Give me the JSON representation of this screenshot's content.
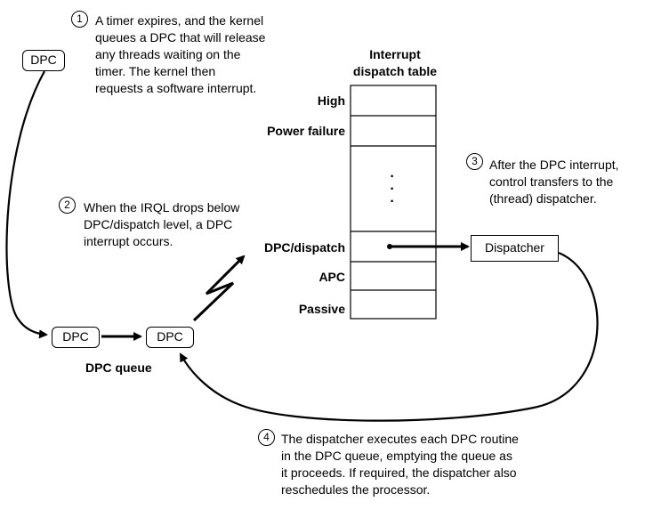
{
  "steps": [
    {
      "number": "1",
      "lines": [
        "A timer expires, and the kernel",
        "queues a DPC that will release",
        "any threads waiting on the",
        "timer. The kernel then",
        "requests a software interrupt."
      ]
    },
    {
      "number": "2",
      "lines": [
        "When the IRQL drops below",
        "DPC/dispatch level, a DPC",
        "interrupt occurs."
      ]
    },
    {
      "number": "3",
      "lines": [
        "After the DPC interrupt,",
        "control transfers to the",
        "(thread) dispatcher."
      ]
    },
    {
      "number": "4",
      "lines": [
        "The dispatcher executes each DPC routine",
        "in the DPC queue, emptying the queue as",
        "it proceeds. If required, the dispatcher also",
        "reschedules the processor."
      ]
    }
  ],
  "table": {
    "title_lines": [
      "Interrupt",
      "dispatch table"
    ],
    "levels": {
      "high": "High",
      "power_failure": "Power failure",
      "dpc_dispatch": "DPC/dispatch",
      "apc": "APC",
      "passive": "Passive"
    },
    "ellipsis": "·"
  },
  "nodes": {
    "dpc_top": "DPC",
    "dpc_queue_1": "DPC",
    "dpc_queue_2": "DPC",
    "dispatcher": "Dispatcher"
  },
  "labels": {
    "dpc_queue": "DPC queue"
  }
}
